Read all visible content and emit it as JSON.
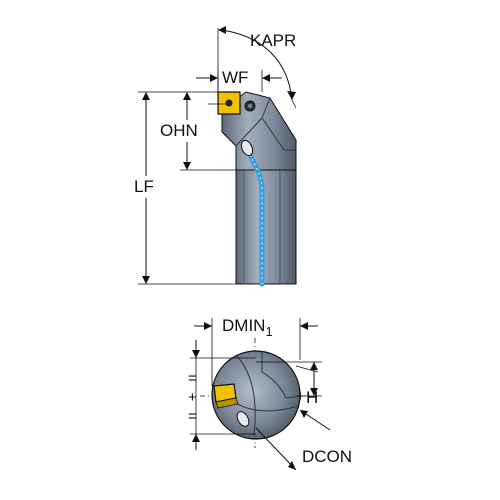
{
  "labels": {
    "kapr": "KAPR",
    "wf": "WF",
    "ohn": "OHN",
    "lf": "LF",
    "dmin": "DMIN",
    "dmin_sub": "1",
    "h": "H",
    "dcon": "DCON",
    "equal_top": "=",
    "equal_bottom": "=",
    "plus_left": "+",
    "plus_right": "+"
  },
  "colors": {
    "tool_body": "#7d8a99",
    "tool_body_dark": "#55606d",
    "tool_body_light": "#a9b4c0",
    "coolant_channel": "#3a9fe0",
    "insert": "#f2c200",
    "insert_dark": "#b88f00",
    "outline": "#111111"
  },
  "icons": {
    "insert": "cutting-insert-icon",
    "screw": "clamp-screw-icon"
  }
}
